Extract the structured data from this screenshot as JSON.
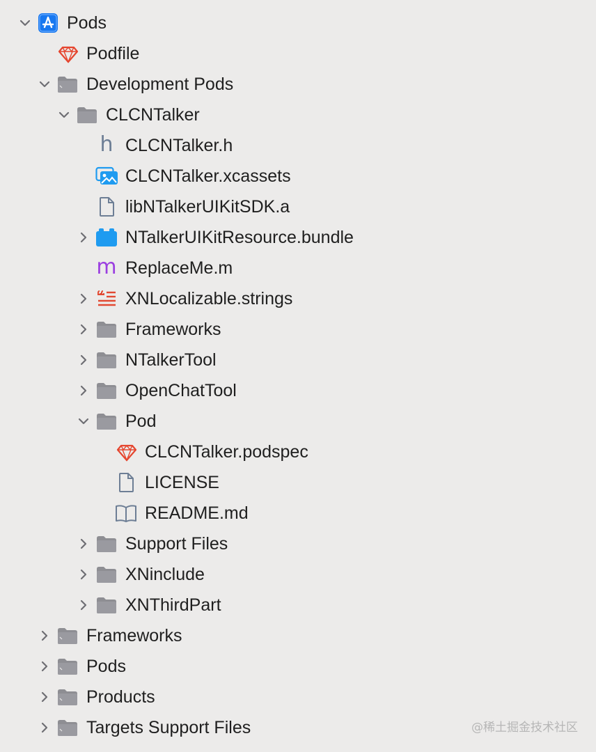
{
  "navigator": {
    "root": {
      "label": "Pods",
      "icon": "app-project-icon"
    },
    "podfile": {
      "label": "Podfile",
      "icon": "ruby-icon"
    },
    "development_pods": {
      "label": "Development Pods",
      "icon": "folder-icon"
    },
    "clcntalker": {
      "label": "CLCNTalker",
      "icon": "folder-icon"
    },
    "items": [
      {
        "label": "CLCNTalker.h",
        "icon": "header-file-icon",
        "glyph": "h"
      },
      {
        "label": "CLCNTalker.xcassets",
        "icon": "asset-catalog-icon"
      },
      {
        "label": "libNTalkerUIKitSDK.a",
        "icon": "document-icon"
      },
      {
        "label": "NTalkerUIKitResource.bundle",
        "icon": "bundle-icon"
      },
      {
        "label": "ReplaceMe.m",
        "icon": "objc-source-icon",
        "glyph": "m"
      },
      {
        "label": "XNLocalizable.strings",
        "icon": "strings-file-icon"
      },
      {
        "label": "Frameworks",
        "icon": "folder-icon"
      },
      {
        "label": "NTalkerTool",
        "icon": "folder-icon"
      },
      {
        "label": "OpenChatTool",
        "icon": "folder-icon"
      },
      {
        "label": "Pod",
        "icon": "folder-icon"
      }
    ],
    "pod_children": [
      {
        "label": "CLCNTalker.podspec",
        "icon": "ruby-icon"
      },
      {
        "label": "LICENSE",
        "icon": "document-icon"
      },
      {
        "label": "README.md",
        "icon": "book-icon"
      }
    ],
    "tail_items": [
      {
        "label": "Support Files",
        "icon": "folder-icon"
      },
      {
        "label": "XNinclude",
        "icon": "folder-icon"
      },
      {
        "label": "XNThirdPart",
        "icon": "folder-icon"
      }
    ],
    "top_groups": [
      {
        "label": "Frameworks",
        "icon": "group-folder-icon"
      },
      {
        "label": "Pods",
        "icon": "group-folder-icon"
      },
      {
        "label": "Products",
        "icon": "group-folder-icon"
      },
      {
        "label": "Targets Support Files",
        "icon": "group-folder-icon"
      }
    ]
  },
  "watermark": "@稀土掘金技术社区",
  "colors": {
    "background": "#ecebea",
    "folder": "#8e8e93",
    "chevron": "#6e6e73",
    "ruby": "#e5452e",
    "asset_blue": "#1f9bf0",
    "app_blue": "#1878f0",
    "header_gray": "#6d7e95",
    "objc_purple": "#9b3fe0",
    "strings_red": "#e24a33",
    "text": "#1f1f1f"
  }
}
